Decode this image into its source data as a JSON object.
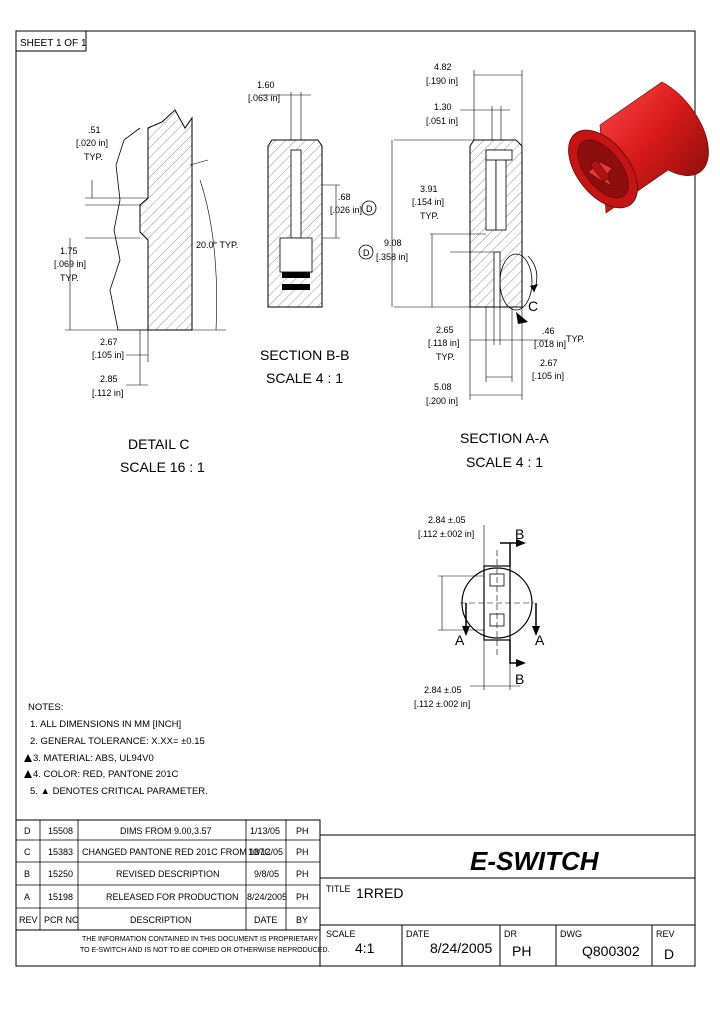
{
  "sheet": "SHEET 1 OF 1",
  "detail_c": {
    "title": "DETAIL  C",
    "scale": "SCALE 16 : 1",
    "d1": ".51",
    "d1_in": "[.020 in]",
    "d1_typ": "TYP.",
    "d2": "1.75",
    "d2_in": "[.069 in]",
    "d2_typ": "TYP.",
    "angle": "20.0° TYP.",
    "d3": "2.67",
    "d3_in": "[.105 in]",
    "d4": "2.85",
    "d4_in": "[.112 in]"
  },
  "section_bb": {
    "title": "SECTION  B-B",
    "scale": "SCALE 4 : 1",
    "d1": "1.60",
    "d1_in": "[.063 in]",
    "d2": ".68",
    "d2_in": "[.026 in]",
    "crit": "D"
  },
  "section_aa": {
    "title": "SECTION  A-A",
    "scale": "SCALE 4 : 1",
    "d1": "4.82",
    "d1_in": "[.190 in]",
    "d2": "1.30",
    "d2_in": "[.051 in]",
    "d3": "3.91",
    "d3_in": "[.154 in]",
    "d3_typ": "TYP.",
    "d4": "9.08",
    "d4_in": "[.358 in]",
    "d5": "2.65",
    "d5_in": "[.118 in]",
    "d5_typ": "TYP.",
    "d6": ".46",
    "d6_in": "[.018 in]",
    "d6_typ": "TYP.",
    "d7": "2.67",
    "d7_in": "[.105 in]",
    "d8": "5.08",
    "d8_in": "[.200 in]",
    "crit": "D",
    "detail_ref": "C"
  },
  "top_view": {
    "d1": "2.84 ±.05",
    "d1_in": "[.112 ±.002 in]",
    "d2": "2.84 ±.05",
    "d2_in": "[.112 ±.002 in]",
    "label_b": "B",
    "label_a": "A"
  },
  "notes": {
    "heading": "NOTES:",
    "items": [
      "1. ALL DIMENSIONS IN MM [INCH]",
      "2. GENERAL TOLERANCE: X.XX= ±0.15",
      "3. MATERIAL: ABS, UL94V0",
      "4. COLOR: RED, PANTONE 201C",
      "5. ▲ DENOTES CRITICAL PARAMETER."
    ]
  },
  "revisions": {
    "headers": [
      "REV",
      "PCR NO",
      "DESCRIPTION",
      "DATE",
      "BY"
    ],
    "rows": [
      [
        "D",
        "15508",
        "DIMS FROM 9.00,3.57",
        "1/13/05",
        "PH"
      ],
      [
        "C",
        "15383",
        "CHANGED PANTONE RED 201C FROM 187C",
        "10/12/05",
        "PH"
      ],
      [
        "B",
        "15250",
        "REVISED DESCRIPTION",
        "9/8/05",
        "PH"
      ],
      [
        "A",
        "15198",
        "RELEASED FOR PRODUCTION",
        "8/24/2005",
        "PH"
      ]
    ]
  },
  "proprietary": [
    "THE INFORMATION CONTAINED IN THIS DOCUMENT IS PROPRIETARY",
    "TO E-SWITCH AND IS NOT TO BE COPIED OR OTHERWISE REPRODUCED."
  ],
  "title_block": {
    "logo": "E-SWITCH",
    "title_label": "TITLE",
    "title": "1RRED",
    "scale_label": "SCALE",
    "scale": "4:1",
    "date_label": "DATE",
    "date": "8/24/2005",
    "dr_label": "DR",
    "dr": "PH",
    "dwg_label": "DWG",
    "dwg": "Q800302",
    "rev_label": "REV",
    "rev": "D"
  },
  "colors": {
    "part_red": "#d81a1a",
    "part_dark": "#8e0d0d"
  }
}
